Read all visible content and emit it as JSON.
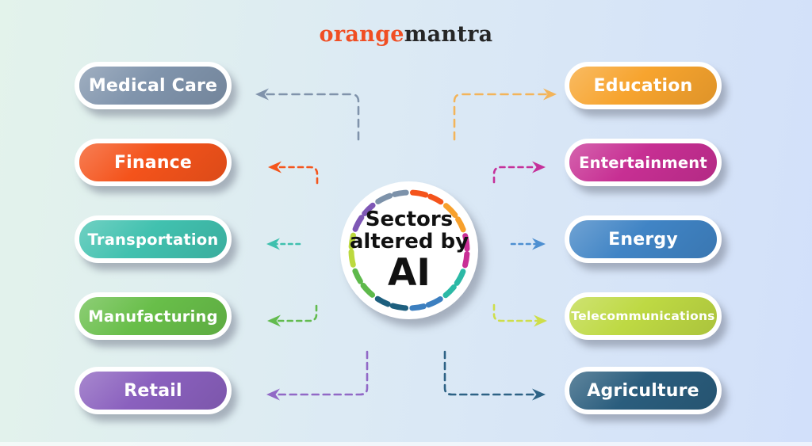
{
  "logo": {
    "part1": "orange",
    "part2": "mantra",
    "part1_color": "#f04e23",
    "part2_color": "#262626"
  },
  "center": {
    "line1": "Sectors",
    "line2": "altered by",
    "line3": "AI",
    "text_color": "#111111",
    "ring_colors": [
      "#f4541c",
      "#f7a02c",
      "#c92f96",
      "#2cb9a6",
      "#3c7fc0",
      "#1d5f7e",
      "#5eb94b",
      "#bcd93e",
      "#7e57b5",
      "#7d92aa"
    ]
  },
  "sectors": {
    "left": [
      {
        "label": "Medical Care",
        "color": "#8094ac",
        "arrow_color": "#8093ab"
      },
      {
        "label": "Finance",
        "color": "#f4531b",
        "arrow_color": "#f4551c"
      },
      {
        "label": "Transportation",
        "color": "#41c1af",
        "arrow_color": "#3fc0ae"
      },
      {
        "label": "Manufacturing",
        "color": "#68be49",
        "arrow_color": "#62bb4e"
      },
      {
        "label": "Retail",
        "color": "#8a60be",
        "arrow_color": "#9168c6"
      }
    ],
    "right": [
      {
        "label": "Education",
        "color": "#f7a42e",
        "arrow_color": "#f3b45a"
      },
      {
        "label": "Entertainment",
        "color": "#c72f93",
        "arrow_color": "#c5309a"
      },
      {
        "label": "Energy",
        "color": "#4084c5",
        "arrow_color": "#4d8fd1"
      },
      {
        "label": "Telecommunications",
        "color": "#bed943",
        "arrow_color": "#cede4a"
      },
      {
        "label": "Agriculture",
        "color": "#2a5d7d",
        "arrow_color": "#2d6285"
      }
    ]
  },
  "background": {
    "gradient_start": "#e3f3eb",
    "gradient_mid": "#dceaf4",
    "gradient_end": "#d2e0fa"
  }
}
